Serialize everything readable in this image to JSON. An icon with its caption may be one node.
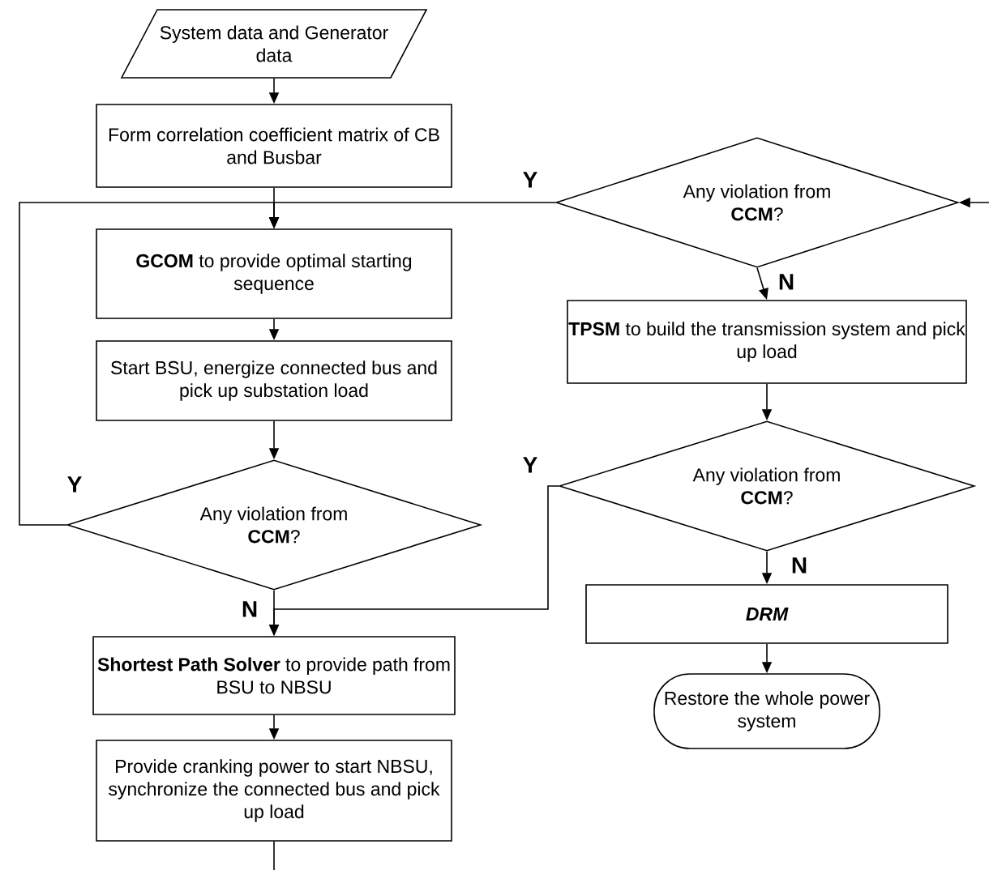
{
  "diagram": {
    "nodes": [
      {
        "text": [
          "System data and Generator data"
        ]
      },
      {
        "text": [
          "Form correlation coefficient matrix of CB and Busbar"
        ]
      },
      {
        "text": [
          "**GCOM** to provide optimal starting sequence"
        ]
      },
      {
        "text": [
          "Start BSU, energize connected bus and pick up substation load"
        ]
      },
      {
        "text": [
          "Any violation from **CCM**?"
        ]
      },
      {
        "text": [
          "**Shortest Path Solver** to provide path from BSU to NBSU"
        ]
      },
      {
        "text": [
          "Provide cranking power to start NBSU, synchronize the connected bus and pick up load"
        ]
      },
      {
        "text": [
          "Any violation from **CCM**?"
        ]
      },
      {
        "text": [
          "**TPSM** to build the transmission system and pick up load"
        ]
      },
      {
        "text": [
          "Any violation from **CCM**?"
        ]
      },
      {
        "text": [
          "DRM"
        ]
      },
      {
        "text": [
          "Restore the whole power system"
        ]
      }
    ],
    "edges": [
      {
        "from": 0,
        "to": 1,
        "arrow": "to"
      },
      {
        "from": 1,
        "to": 2,
        "arrow": "to"
      },
      {
        "from": 2,
        "to": 3,
        "arrow": "to"
      },
      {
        "from": 3,
        "to": 4,
        "arrow": "to"
      },
      {
        "from": 4,
        "to": 5,
        "arrow": "to",
        "label": "N"
      },
      {
        "from": 4,
        "to": 2,
        "arrow": "to",
        "label": "Y"
      },
      {
        "from": 7,
        "to": 2,
        "arrow": "to",
        "label": "Y"
      },
      {
        "from": 7,
        "to": 8,
        "arrow": "to",
        "label": "N"
      },
      {
        "from": 8,
        "to": 9,
        "arrow": "to"
      },
      {
        "from": 9,
        "to": 10,
        "arrow": "to",
        "label": "N"
      },
      {
        "from": 10,
        "to": 11,
        "arrow": "to"
      },
      {
        "from": 9,
        "to": 5,
        "arrow": "to",
        "label": "Y"
      },
      {
        "from": null,
        "to": 7,
        "arrow": "to"
      },
      {
        "from": 6,
        "to": null,
        "arrow": "none"
      },
      {
        "from": 5,
        "to": 6,
        "arrow": "to"
      }
    ]
  }
}
